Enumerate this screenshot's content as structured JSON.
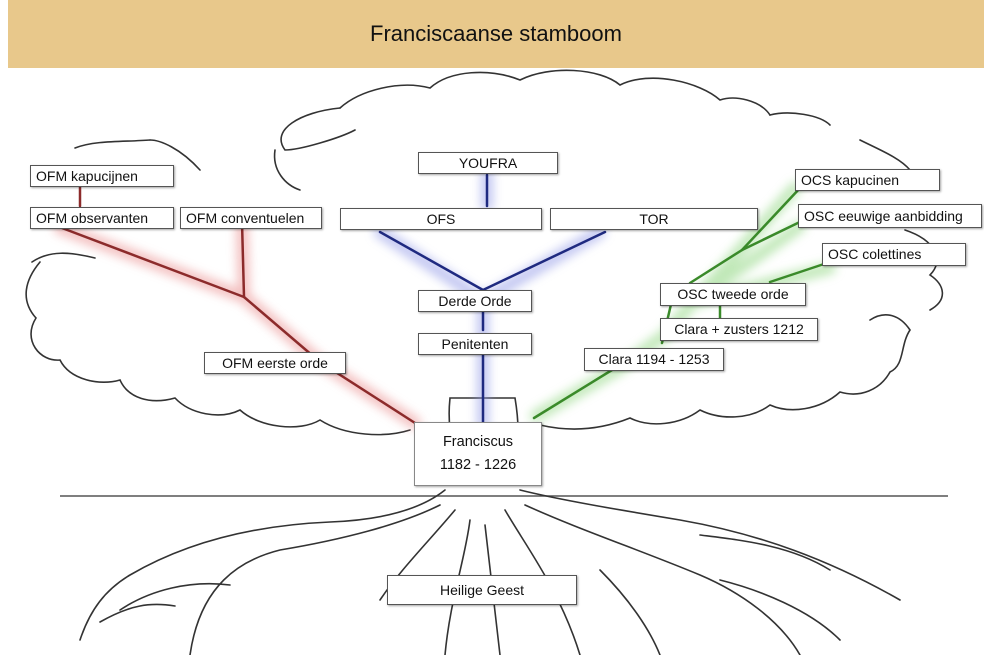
{
  "title": "Franciscaanse stamboom",
  "colors": {
    "header": "#e8c88b",
    "first_order": "#8c2b2b",
    "third_order": "#1f2a80",
    "second_order": "#3a8a2a"
  },
  "nodes": {
    "root_name": "Franciscus",
    "root_years": "1182 - 1226",
    "heilige_geest": "Heilige Geest",
    "ofm_kapucijnen": "OFM kapucijnen",
    "ofm_observanten": "OFM observanten",
    "ofm_conventuelen": "OFM conventuelen",
    "ofm_eerste_orde": "OFM eerste orde",
    "youfra": "YOUFRA",
    "ofs": "OFS",
    "tor": "TOR",
    "derde_orde": "Derde Orde",
    "penitenten": "Penitenten",
    "ocs_kapucinen": "OCS kapucinen",
    "osc_eeuwige": "OSC eeuwige aanbidding",
    "osc_colettines": "OSC colettines",
    "osc_tweede_orde": "OSC tweede orde",
    "clara_zusters": "Clara + zusters 1212",
    "clara_years": "Clara 1194 - 1253"
  }
}
